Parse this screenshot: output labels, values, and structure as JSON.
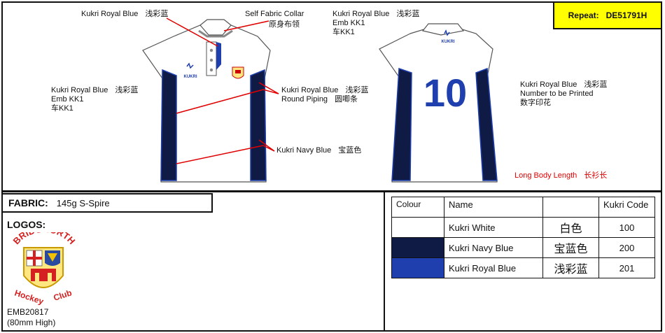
{
  "repeat": {
    "label": "Repeat:",
    "code": "DE51791H"
  },
  "callouts": {
    "front_royal_top": {
      "en": "Kukri Royal Blue",
      "cn": "浅彩蓝"
    },
    "collar": {
      "en": "Self Fabric Collar",
      "cn": "原身布领"
    },
    "back_royal": {
      "en": "Kukri Royal Blue",
      "cn": "浅彩蓝",
      "line2": "Emb KK1",
      "line3": "车KK1"
    },
    "left_royal": {
      "en": "Kukri Royal Blue",
      "cn": "浅彩蓝",
      "line2": "Emb KK1",
      "line3": "车KK1"
    },
    "piping": {
      "en": "Kukri Royal Blue",
      "cn": "浅彩蓝",
      "line2": "Round Piping",
      "line2_cn": "圆唧条"
    },
    "navy": {
      "en": "Kukri Navy Blue",
      "cn": "宝蓝色"
    },
    "number": {
      "en": "Kukri Royal Blue",
      "cn": "浅彩蓝",
      "line2": "Number to be Printed",
      "line3": "数字印花"
    },
    "long_body": {
      "en": "Long Body Length",
      "cn": "长衫长"
    }
  },
  "shirts": {
    "brand_front": "KUKRI",
    "brand_back": "KUKRI",
    "back_number": "10"
  },
  "fabric": {
    "label": "FABRIC:",
    "value": "145g S-Spire"
  },
  "logos": {
    "title": "LOGOS:",
    "club_top": "BRIDGNORTH",
    "club_bottom_1": "Hockey",
    "club_bottom_2": "Club",
    "code": "EMB20817",
    "size": "(80mm High)"
  },
  "colour_table": {
    "headers": [
      "Colour",
      "Name",
      "",
      "Kukri Code"
    ],
    "rows": [
      {
        "swatch": "#ffffff",
        "name": "Kukri White",
        "cn": "白色",
        "code": "100"
      },
      {
        "swatch": "#0f1a45",
        "name": "Kukri Navy Blue",
        "cn": "宝蓝色",
        "code": "200"
      },
      {
        "swatch": "#1f3fae",
        "name": "Kukri Royal Blue",
        "cn": "浅彩蓝",
        "code": "201"
      }
    ]
  },
  "colors": {
    "navy": "#0f1a45",
    "royal": "#1f3fae",
    "callout_red": "#e00000",
    "repeat_yellow": "#ffff00"
  }
}
